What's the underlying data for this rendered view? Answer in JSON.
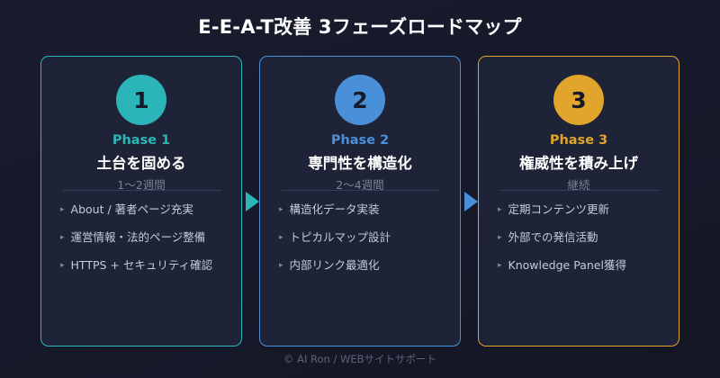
{
  "header": {
    "title": "E-E-A-T改善 3フェーズロードマップ"
  },
  "colors": {
    "page_background": "#171a2b",
    "card_background": "#1e2337",
    "phase1_accent": "#2bb5b8",
    "phase2_accent": "#4a90d9",
    "phase3_accent": "#e0a52a",
    "title_text": "#ffffff",
    "body_text": "#c4cbdb",
    "muted_text": "#7b8296"
  },
  "phases": [
    {
      "number": "1",
      "label": "Phase 1",
      "title": "土台を固める",
      "duration": "1〜2週間",
      "accent": "#2bb5b8",
      "bullet_icon": "triangle-right-small-icon",
      "tasks": [
        "About / 著者ページ充実",
        "運営情報・法的ページ整備",
        "HTTPS + セキュリティ確認"
      ]
    },
    {
      "number": "2",
      "label": "Phase 2",
      "title": "専門性を構造化",
      "duration": "2〜4週間",
      "accent": "#4a90d9",
      "bullet_icon": "triangle-right-small-icon",
      "tasks": [
        "構造化データ実装",
        "トピカルマップ設計",
        "内部リンク最適化"
      ]
    },
    {
      "number": "3",
      "label": "Phase 3",
      "title": "権威性を積み上げ",
      "duration": "継続",
      "accent": "#e0a52a",
      "bullet_icon": "triangle-right-small-icon",
      "tasks": [
        "定期コンテンツ更新",
        "外部での発信活動",
        "Knowledge Panel獲得"
      ]
    }
  ],
  "connectors": [
    {
      "icon": "arrow-right-icon",
      "color": "#2bb5b8",
      "from": "Phase 1",
      "to": "Phase 2"
    },
    {
      "icon": "arrow-right-icon",
      "color": "#4a90d9",
      "from": "Phase 2",
      "to": "Phase 3"
    }
  ],
  "footer": {
    "credit": "© AI Ron / WEBサイトサポート"
  }
}
